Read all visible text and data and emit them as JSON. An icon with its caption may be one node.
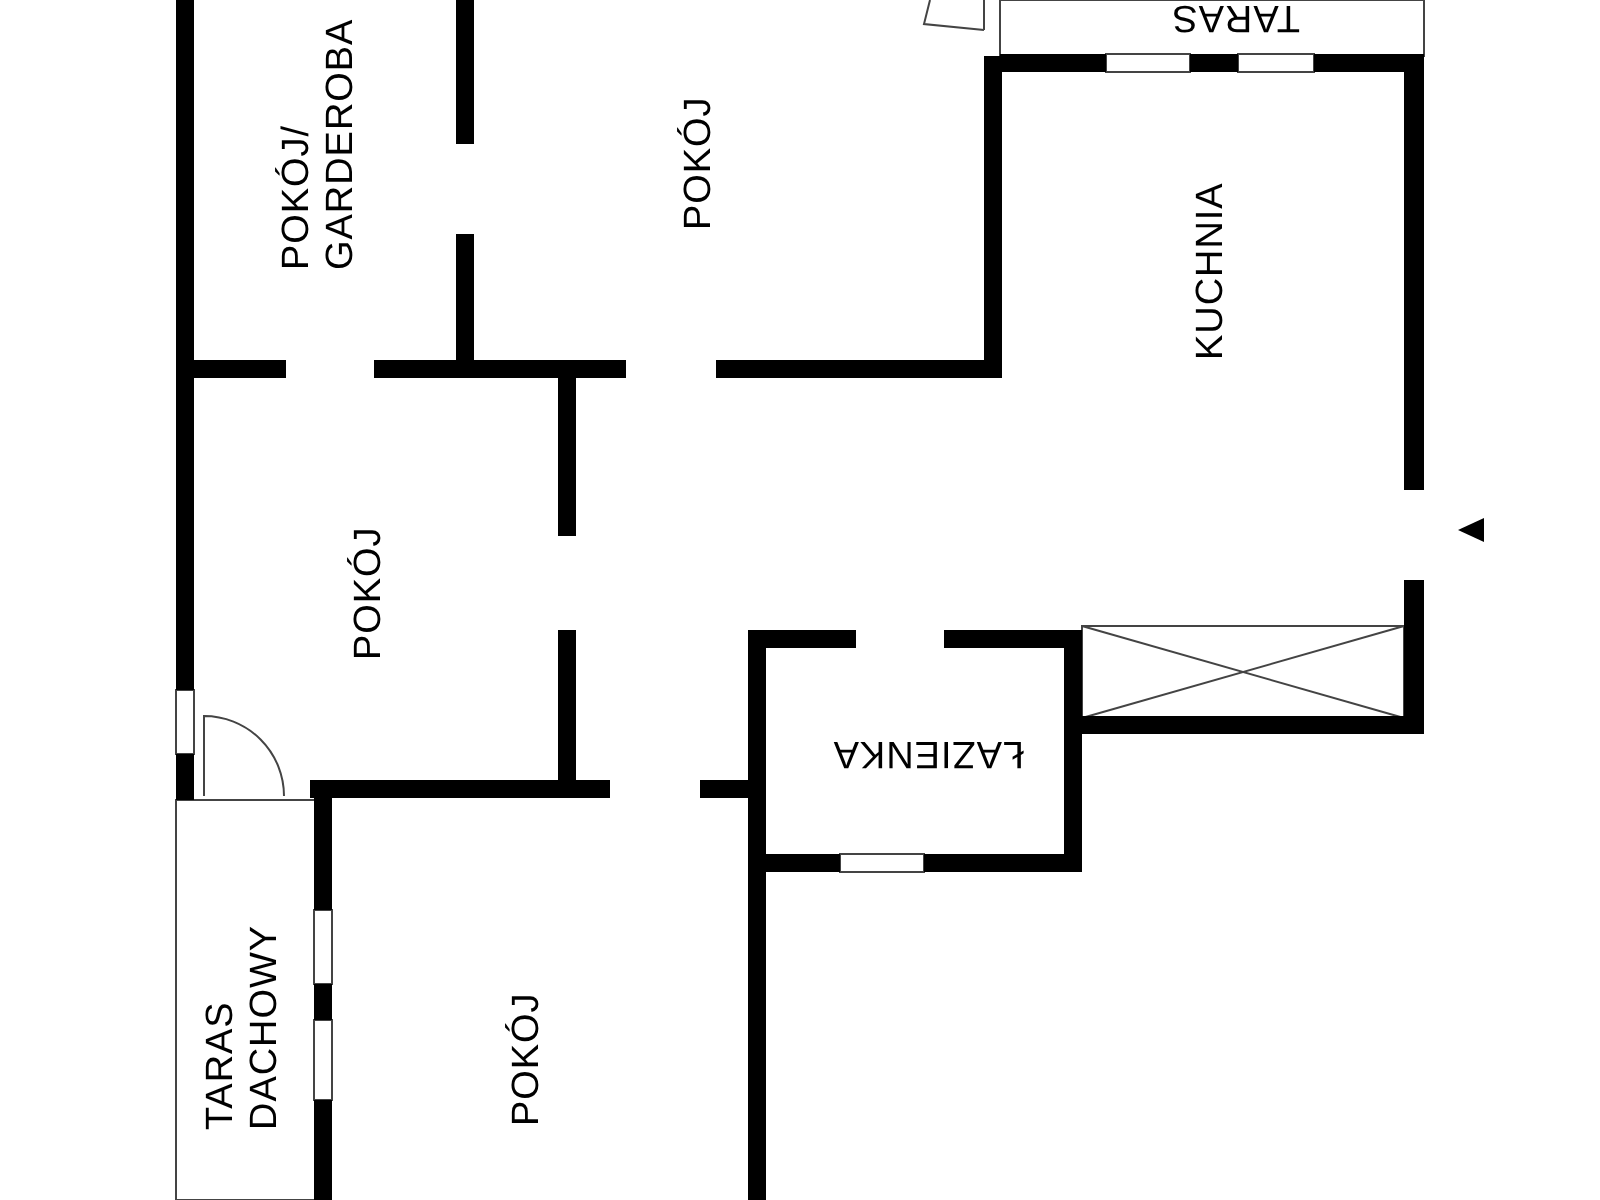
{
  "diagram": {
    "labels": [
      "TARAS",
      "POKÓJ/ GARDEROBA",
      "POKÓJ",
      "KUCHNIA",
      "POKÓJ",
      "ŁAZIENKA",
      "TARAS DACHOWY",
      "POKÓJ"
    ]
  }
}
